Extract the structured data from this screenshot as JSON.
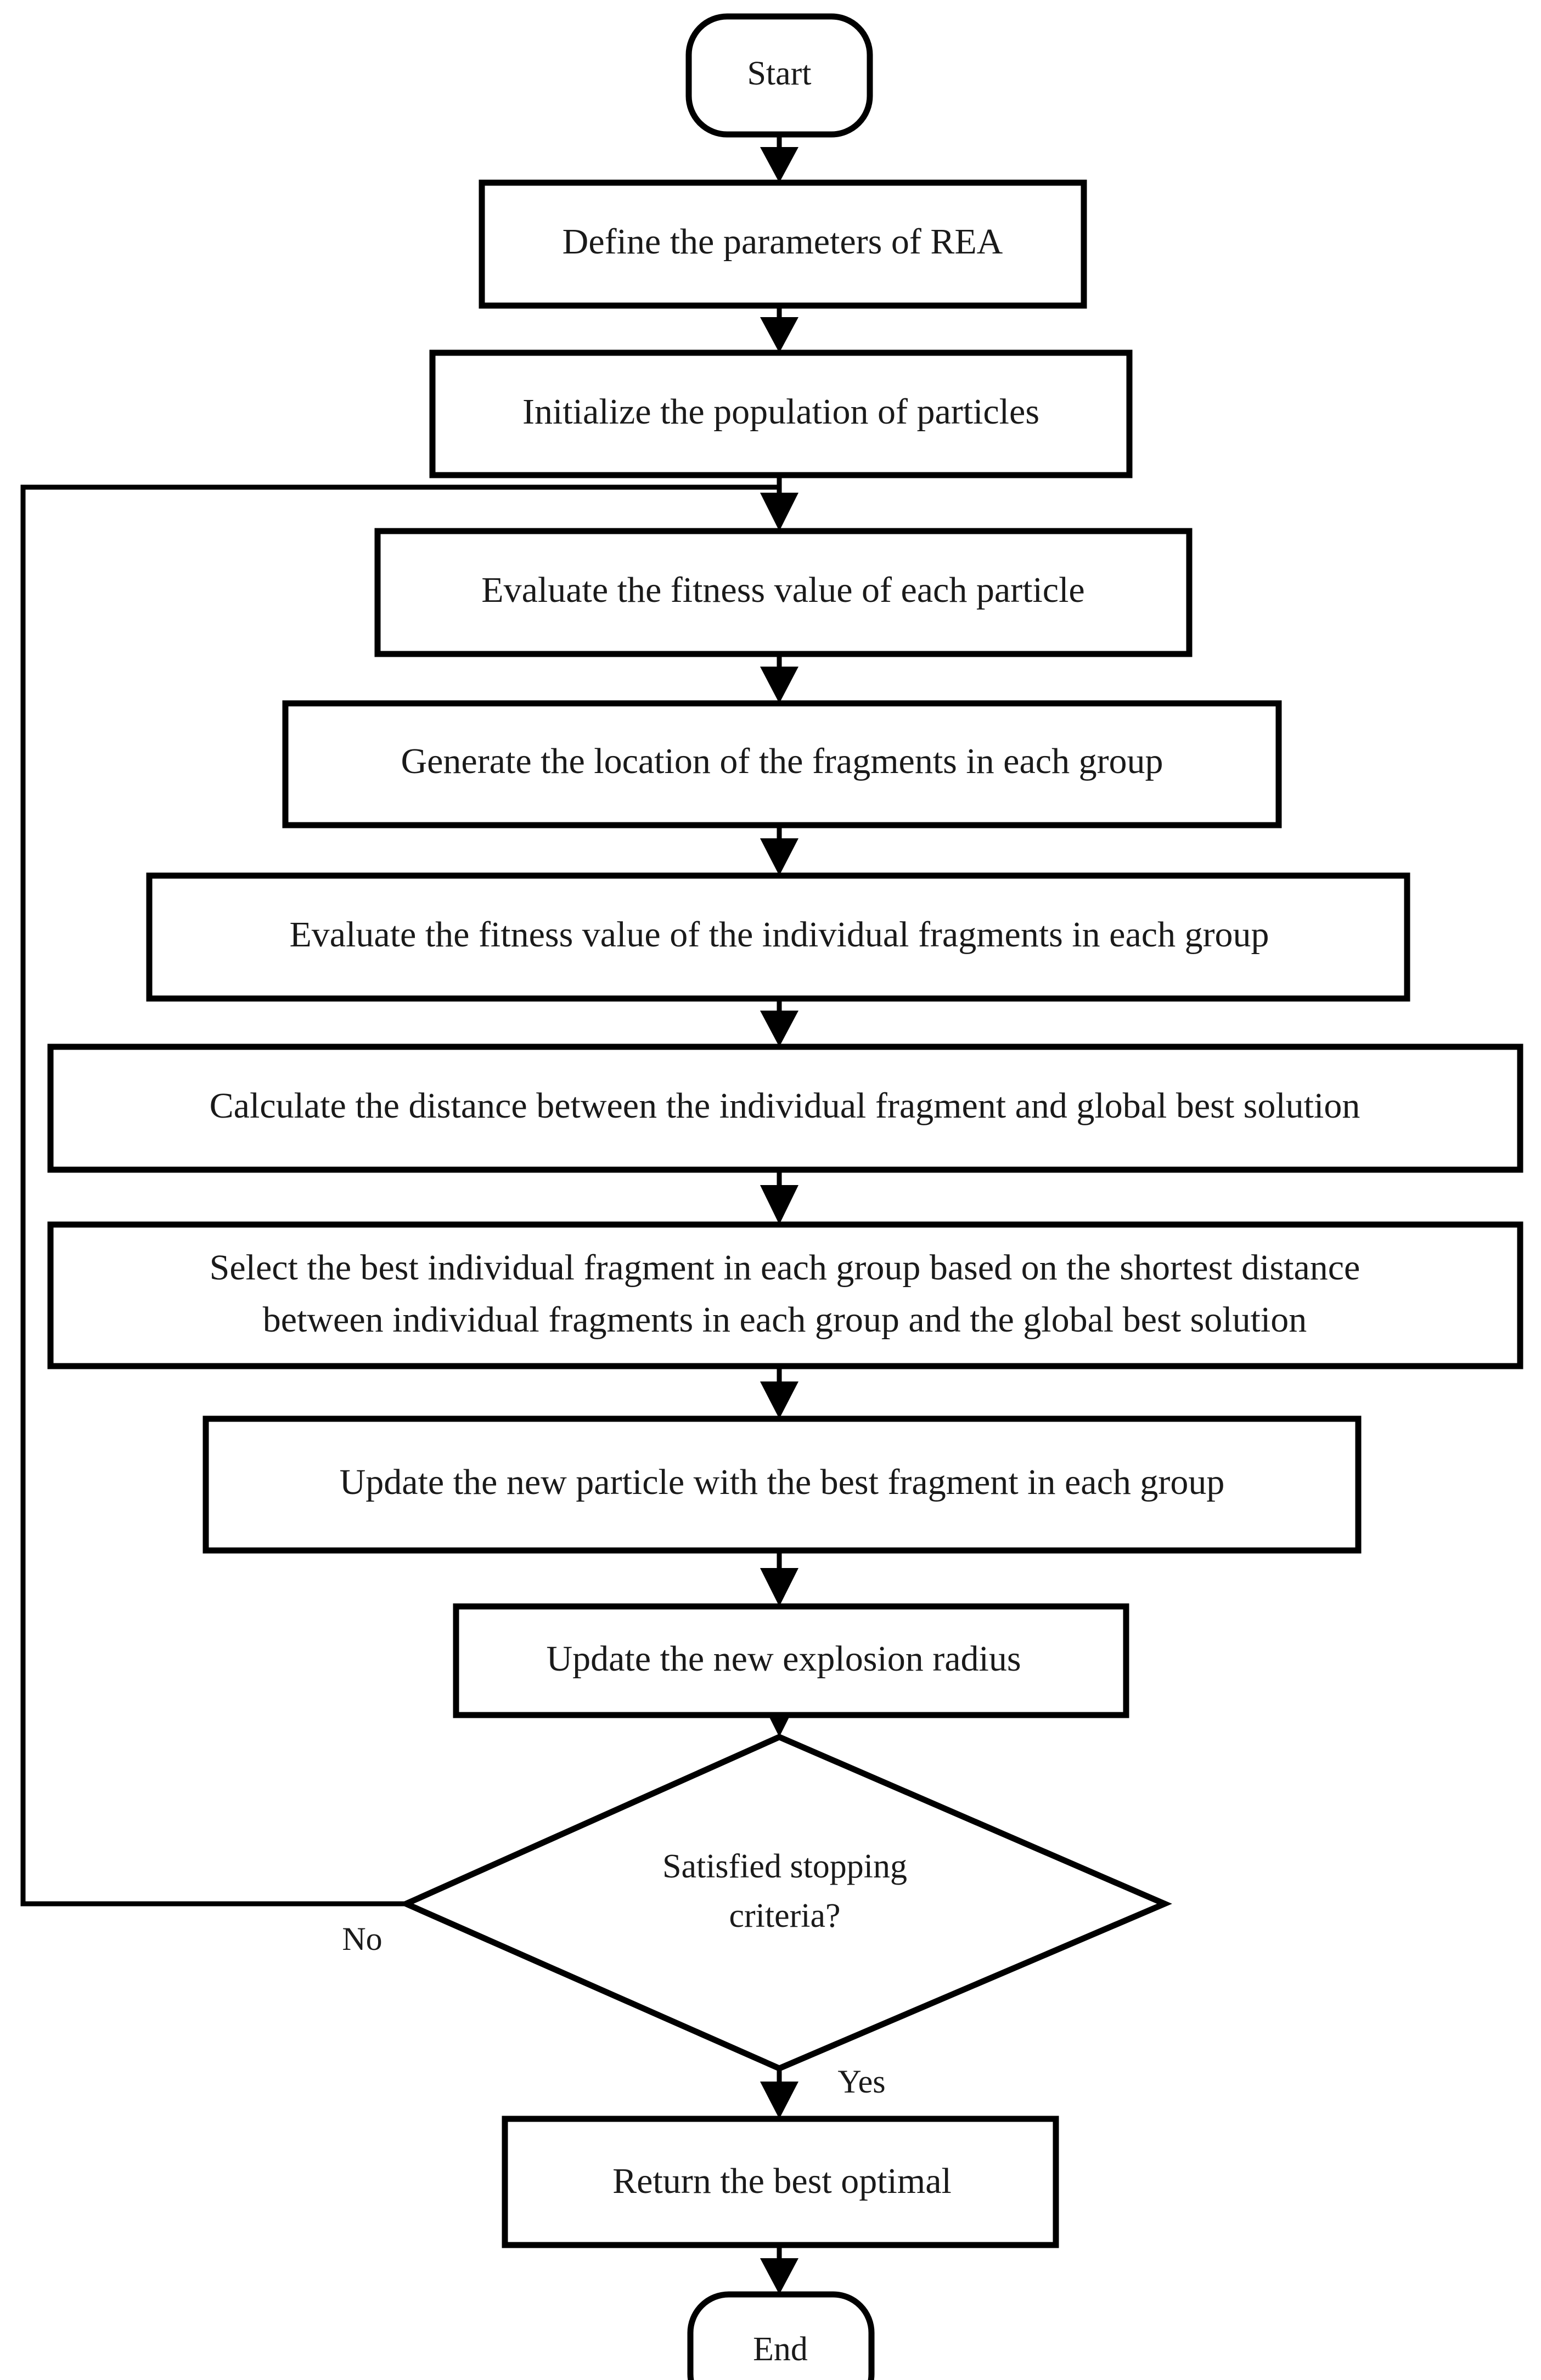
{
  "diagram": {
    "type": "flowchart",
    "title": "Rock Explosion Algorithm (REA) flowchart",
    "orientation": "top-to-bottom",
    "background_color": "#ffffff",
    "line_color": "#000000",
    "text_color": "#1a1a1a"
  },
  "nodes": {
    "start": {
      "label": "Start",
      "shape": "rounded-terminal"
    },
    "define_params": {
      "label": "Define the parameters of REA",
      "shape": "rectangle"
    },
    "init_population": {
      "label": "Initialize the population of particles",
      "shape": "rectangle"
    },
    "evaluate_particles": {
      "label": "Evaluate the fitness value of each particle",
      "shape": "rectangle"
    },
    "generate_fragments": {
      "label": "Generate the location of the fragments in each group",
      "shape": "rectangle"
    },
    "evaluate_fragments": {
      "label": "Evaluate the fitness value of the individual fragments in each group",
      "shape": "rectangle"
    },
    "calculate_distance": {
      "label": "Calculate the distance between the individual fragment and global best solution",
      "shape": "rectangle"
    },
    "select_best_line1": {
      "label": "Select the best individual fragment in each group based on the shortest distance",
      "shape": "rectangle"
    },
    "select_best_line2": {
      "label": "between individual fragments in each group and the global best solution"
    },
    "update_particle": {
      "label": "Update the new particle with the best fragment in each group",
      "shape": "rectangle"
    },
    "update_radius": {
      "label": "Update the new explosion radius",
      "shape": "rectangle"
    },
    "decision_line1": {
      "label": "Satisfied stopping",
      "shape": "diamond"
    },
    "decision_line2": {
      "label": "criteria?"
    },
    "return_optimal": {
      "label": "Return the best optimal",
      "shape": "rectangle"
    },
    "end": {
      "label": "End",
      "shape": "rounded-terminal"
    }
  },
  "edges": {
    "no_label": "No",
    "yes_label": "Yes"
  }
}
